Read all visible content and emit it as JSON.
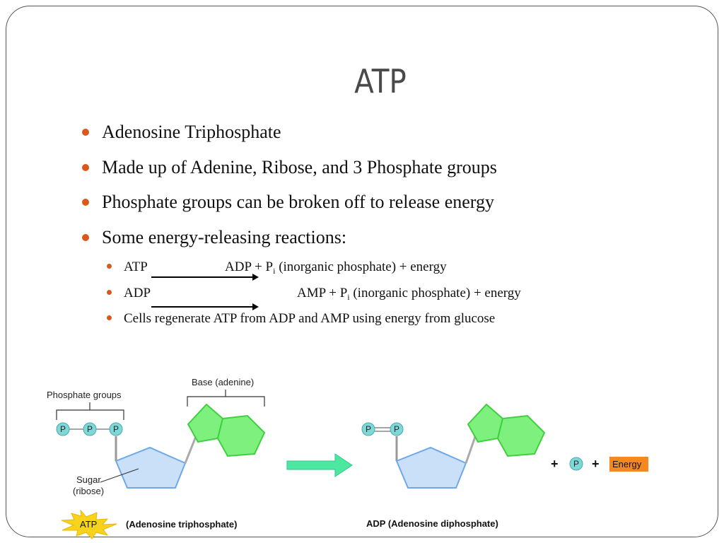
{
  "slide": {
    "title": "ATP",
    "bullets": [
      "Adenosine Triphosphate",
      "Made up of Adenine, Ribose, and 3 Phosphate groups",
      "Phosphate groups can be broken off to release energy",
      "Some energy-releasing reactions:"
    ],
    "reactions": [
      {
        "left": "ATP",
        "right": "ADP + P",
        "sub": "i",
        "rest": " (inorganic phosphate) + energy"
      },
      {
        "left": "ADP",
        "right": "AMP + P",
        "sub": "i",
        "rest": " (inorganic phosphate) + energy"
      }
    ],
    "regen": "Cells regenerate ATP from ADP and AMP using energy from glucose"
  },
  "diagram": {
    "phosphate_groups_label": "Phosphate groups",
    "base_label": "Base (adenine)",
    "sugar_label_1": "Sugar",
    "sugar_label_2": "(ribose)",
    "p_symbol": "P",
    "plus": "+",
    "energy_label": "Energy",
    "atp_badge": "ATP",
    "atp_caption": "(Adenosine triphosphate)",
    "adp_caption": "ADP (Adenosine diphosphate)"
  },
  "colors": {
    "bullet": "#d9581c",
    "adenine_fill": "#7ef07e",
    "adenine_stroke": "#3fcf3f",
    "ribose_fill": "#c9e0f8",
    "ribose_stroke": "#6fa8e8",
    "phosphate_fill": "#7fd8d8",
    "reaction_arrow": "#4de8a0",
    "energy_box": "#f5891f",
    "atp_star": "#f7d31c"
  }
}
